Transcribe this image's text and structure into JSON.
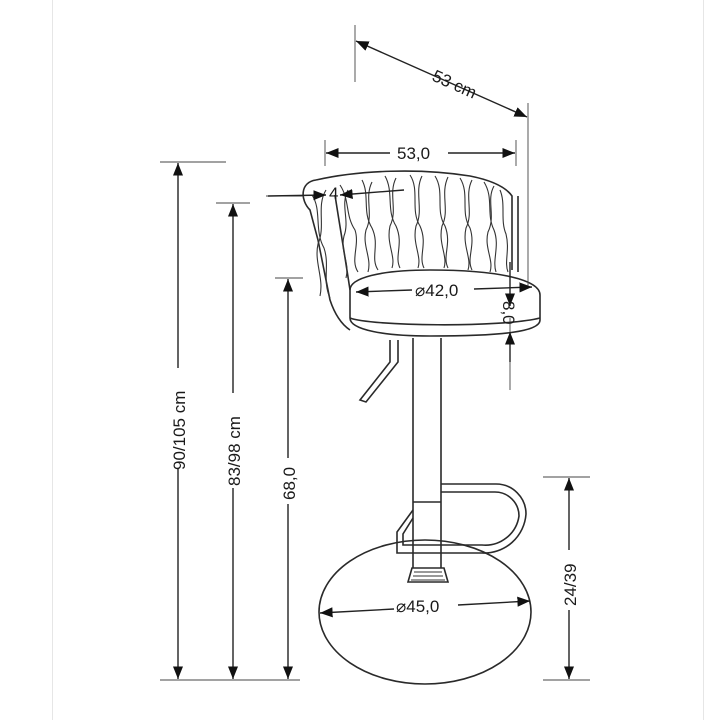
{
  "dimensions": {
    "seat_depth_diagonal": "53 cm",
    "backrest_width": "53,0",
    "backrest_thickness": "4",
    "seat_diameter": "⌀42,0",
    "seat_thickness": "8,0",
    "total_height": "90/105 cm",
    "backrest_top_height": "83/98 cm",
    "seat_height": "68,0",
    "base_diameter": "⌀45,0",
    "footrest_height": "24/39"
  }
}
